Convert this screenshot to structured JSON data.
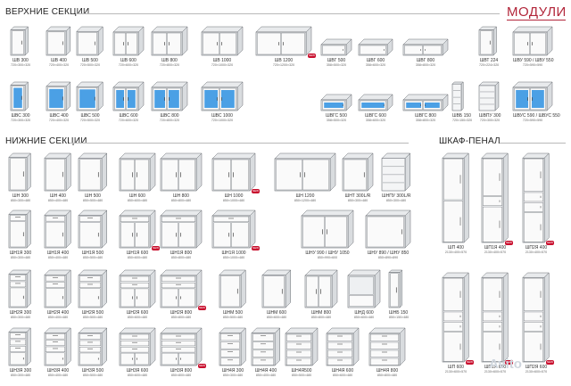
{
  "header": {
    "upper_title": "ВЕРХНИЕ СЕКЦИИ",
    "brand": "МОДУЛИ",
    "lower_title": "НИЖНИЕ СЕКЦИИ",
    "tall_title": "ШКАФ-ПЕНАЛ"
  },
  "badge_text": "NEW",
  "watermark": "Avito",
  "colors": {
    "glass": "#2b8fe0",
    "accent": "#b2263a",
    "badge": "#c8102e"
  },
  "upper_row1": [
    {
      "name": "ШВ 300",
      "dim": "720×300×320"
    },
    {
      "name": "ШВ 400",
      "dim": "720×400×320"
    },
    {
      "name": "ШВ 500",
      "dim": "720×500×320"
    },
    {
      "name": "ШВ 600",
      "dim": "720×600×320"
    },
    {
      "name": "ШВ 800",
      "dim": "720×800×320"
    },
    {
      "name": "ШВ 1000",
      "dim": "720×1000×320"
    },
    {
      "name": "ШВ 1200",
      "dim": "720×1200×320"
    },
    {
      "name": "ШВГ 500",
      "dim": "358×500×320"
    },
    {
      "name": "ШВГ 600",
      "dim": "358×600×320"
    },
    {
      "name": "ШВГ 800",
      "dim": "358×800×320"
    },
    {
      "name": "ШВТ 224",
      "dim": "720×224×320"
    },
    {
      "name": "ШВУ 590 / ШВУ 550",
      "dim": "720×590×590"
    }
  ],
  "upper_row2": [
    {
      "name": "ШВС 300",
      "dim": "720×300×320"
    },
    {
      "name": "ШВС 400",
      "dim": "720×400×320"
    },
    {
      "name": "ШВС 500",
      "dim": "720×500×320"
    },
    {
      "name": "ШВС 600",
      "dim": "720×600×320"
    },
    {
      "name": "ШВС 800",
      "dim": "720×800×320"
    },
    {
      "name": "ШВС 1000",
      "dim": "720×1000×320"
    },
    {
      "name": "ШВГС 500",
      "dim": "358×500×320"
    },
    {
      "name": "ШВГС 600",
      "dim": "358×600×320"
    },
    {
      "name": "ШВГС 800",
      "dim": "358×800×320"
    },
    {
      "name": "ШВБ 150",
      "dim": "720×150×320"
    },
    {
      "name": "ШВПУ 300",
      "dim": "720×300×320"
    },
    {
      "name": "ШВУС 590 / ШВУС 550",
      "dim": "720×590×590"
    }
  ],
  "lower_row1": [
    {
      "name": "ШН 300",
      "dim": "850×300×480"
    },
    {
      "name": "ШН 400",
      "dim": "850×400×480"
    },
    {
      "name": "ШН 500",
      "dim": "850×500×480"
    },
    {
      "name": "ШН 600",
      "dim": "850×600×480"
    },
    {
      "name": "ШН 800",
      "dim": "850×800×480"
    },
    {
      "name": "ШН 1000",
      "dim": "850×1000×480"
    },
    {
      "name": "ШН 1200",
      "dim": "850×1200×480"
    },
    {
      "name": "ШНТ 300L/R",
      "dim": "850×300×480"
    },
    {
      "name": "ШНПУ 300L/R",
      "dim": "850×300×480"
    }
  ],
  "lower_row2": [
    {
      "name": "ШН1Я 300",
      "dim": "850×300×480"
    },
    {
      "name": "ШН1Я 400",
      "dim": "850×400×480"
    },
    {
      "name": "ШН1Я 500",
      "dim": "850×500×480"
    },
    {
      "name": "ШН1Я 600",
      "dim": "850×600×480"
    },
    {
      "name": "ШН1Я 800",
      "dim": "850×800×480"
    },
    {
      "name": "ШН1Я 1000",
      "dim": "850×1000×480"
    },
    {
      "name": "ШНУ 990 / ШНУ 1050",
      "dim": "850×990×600"
    },
    {
      "name": "ШНУ 890 / ШНУ 850",
      "dim": "850×890×890"
    }
  ],
  "lower_row3": [
    {
      "name": "ШН2Я 300",
      "dim": "850×300×480"
    },
    {
      "name": "ШН2Я 400",
      "dim": "850×400×480"
    },
    {
      "name": "ШН2Я 500",
      "dim": "850×500×480"
    },
    {
      "name": "ШН2Я 600",
      "dim": "850×600×480"
    },
    {
      "name": "ШН2Я 800",
      "dim": "850×800×480"
    },
    {
      "name": "ШНМ 500",
      "dim": "850×500×480"
    },
    {
      "name": "ШНМ 600",
      "dim": "850×600×480"
    },
    {
      "name": "ШНМ 800",
      "dim": "850×800×480"
    },
    {
      "name": "ШНД 600",
      "dim": "850×600×480"
    },
    {
      "name": "ШНБ 150",
      "dim": "850×150×480"
    }
  ],
  "lower_row4": [
    {
      "name": "ШН3Я 300",
      "dim": "850×300×480"
    },
    {
      "name": "ШН3Я 400",
      "dim": "850×400×480"
    },
    {
      "name": "ШН3Я 500",
      "dim": "850×500×480"
    },
    {
      "name": "ШН3Я 600",
      "dim": "850×600×480"
    },
    {
      "name": "ШН3Я 800",
      "dim": "850×800×480"
    },
    {
      "name": "ШН4Я 300",
      "dim": "850×300×480"
    },
    {
      "name": "ШН4Я 400",
      "dim": "850×400×480"
    },
    {
      "name": "ШН4Я500",
      "dim": "850×500×480"
    },
    {
      "name": "ШН4Я 600",
      "dim": "850×600×480"
    },
    {
      "name": "ШН4Я 800",
      "dim": "850×800×480"
    }
  ],
  "tall_row1": [
    {
      "name": "ШП 400",
      "dim": "2130×400×570"
    },
    {
      "name": "ШП1Я 400",
      "dim": "2130×400×570"
    },
    {
      "name": "ШП2Я 400",
      "dim": "2130×400×570"
    }
  ],
  "tall_row2": [
    {
      "name": "ШП 600",
      "dim": "2130×600×570"
    },
    {
      "name": "ШП1Я 600",
      "dim": "2130×600×570"
    },
    {
      "name": "ШП2Я 600",
      "dim": "2130×600×570"
    }
  ]
}
